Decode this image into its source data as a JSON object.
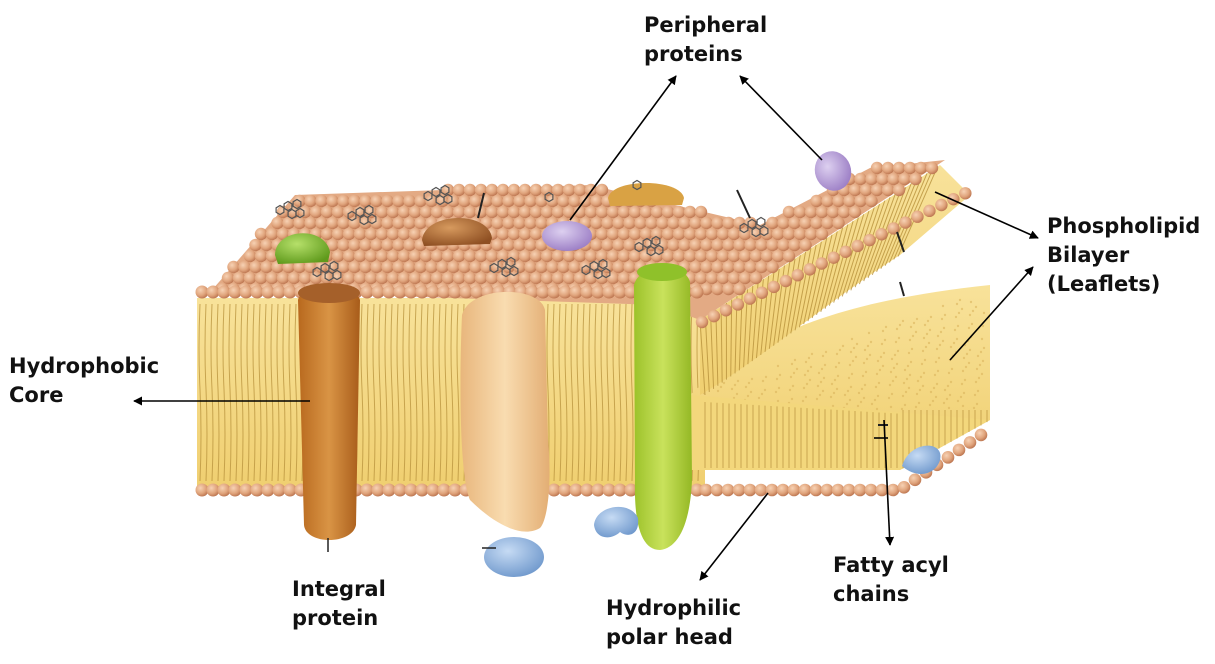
{
  "colors": {
    "lipid_head": "#e0a47c",
    "lipid_head_shadow": "#b9714c",
    "tail": "#f6dc86",
    "tail_line": "#b8923c",
    "integral_protein": "#c97f2f",
    "channel_protein": "#f3cf9a",
    "green_protein": "#b6d63a",
    "peripheral_purple": "#b49ad6",
    "peripheral_blue": "#87aede",
    "arrow": "#000000"
  },
  "labels": {
    "peripheral": [
      "Peripheral",
      "proteins"
    ],
    "phospholipid": [
      "Phospholipid",
      "Bilayer",
      "(Leaflets)"
    ],
    "hydrophobic": [
      "Hydrophobic",
      "Core"
    ],
    "integral": [
      "Integral",
      "protein"
    ],
    "hydrophilic": [
      "Hydrophilic",
      "polar head"
    ],
    "fatty": [
      "Fatty acyl",
      "chains"
    ]
  }
}
